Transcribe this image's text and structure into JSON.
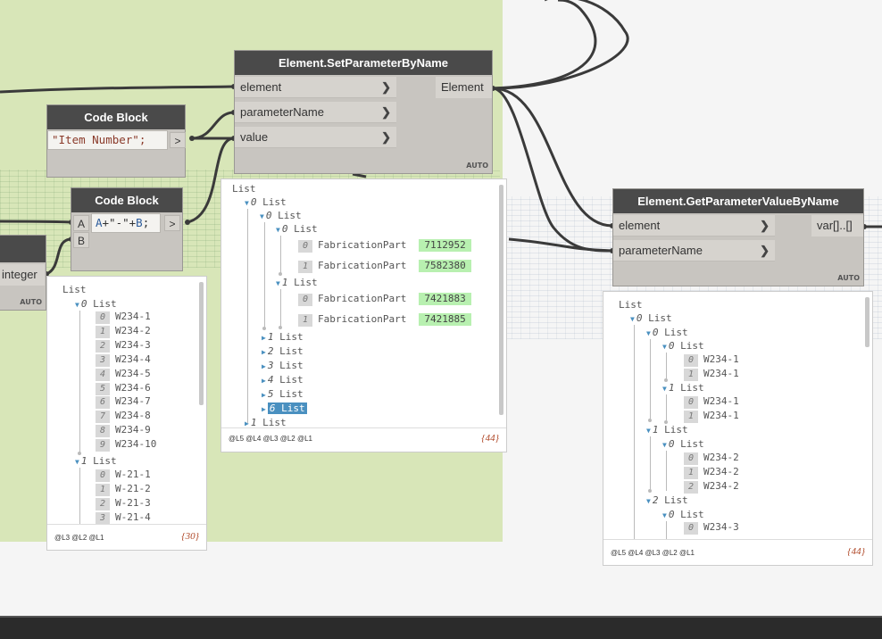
{
  "nodes": {
    "set_param": {
      "title": "Element.SetParameterByName",
      "inputs": [
        "element",
        "parameterName",
        "value"
      ],
      "output": "Element",
      "auto": "AUTO"
    },
    "get_param": {
      "title": "Element.GetParameterValueByName",
      "inputs": [
        "element",
        "parameterName"
      ],
      "output": "var[]..[]",
      "auto": "AUTO"
    },
    "code1": {
      "title": "Code Block",
      "code": "\"Item Number\";",
      "out": ">"
    },
    "code2": {
      "title": "Code Block",
      "code_a": "A",
      "code_plus1": "+\"-\"+",
      "code_b": "B",
      "code_semi": ";",
      "in_a": "A",
      "in_b": "B",
      "out": ">"
    },
    "partial": {
      "output": "integer",
      "auto": "AUTO"
    }
  },
  "watch_left": {
    "root": "List",
    "l0": "0",
    "list": "List",
    "items0": [
      {
        "i": "0",
        "v": "W234-1"
      },
      {
        "i": "1",
        "v": "W234-2"
      },
      {
        "i": "2",
        "v": "W234-3"
      },
      {
        "i": "3",
        "v": "W234-4"
      },
      {
        "i": "4",
        "v": "W234-5"
      },
      {
        "i": "5",
        "v": "W234-6"
      },
      {
        "i": "6",
        "v": "W234-7"
      },
      {
        "i": "7",
        "v": "W234-8"
      },
      {
        "i": "8",
        "v": "W234-9"
      },
      {
        "i": "9",
        "v": "W234-10"
      }
    ],
    "l1": "1",
    "items1": [
      {
        "i": "0",
        "v": "W-21-1"
      },
      {
        "i": "1",
        "v": "W-21-2"
      },
      {
        "i": "2",
        "v": "W-21-3"
      },
      {
        "i": "3",
        "v": "W-21-4"
      }
    ],
    "levels": "@L3 @L2 @L1",
    "count": "{30}"
  },
  "watch_mid": {
    "root": "List",
    "list": "List",
    "part": "FabricationPart",
    "group0": [
      {
        "i": "0",
        "v": "7112952"
      },
      {
        "i": "1",
        "v": "7582380"
      }
    ],
    "group1": [
      {
        "i": "0",
        "v": "7421883"
      },
      {
        "i": "1",
        "v": "7421885"
      }
    ],
    "collapsed": [
      "1",
      "2",
      "3",
      "4",
      "5",
      "6"
    ],
    "last": "1",
    "levels": "@L5 @L4 @L3 @L2 @L1",
    "count": "{44}"
  },
  "watch_right": {
    "root": "List",
    "list": "List",
    "a0": [
      {
        "i": "0",
        "v": "W234-1"
      },
      {
        "i": "1",
        "v": "W234-1"
      }
    ],
    "a1": [
      {
        "i": "0",
        "v": "W234-1"
      },
      {
        "i": "1",
        "v": "W234-1"
      }
    ],
    "b0": [
      {
        "i": "0",
        "v": "W234-2"
      },
      {
        "i": "1",
        "v": "W234-2"
      },
      {
        "i": "2",
        "v": "W234-2"
      }
    ],
    "c0": [
      {
        "i": "0",
        "v": "W234-3"
      }
    ],
    "levels": "@L5 @L4 @L3 @L2 @L1",
    "count": "{44}"
  }
}
